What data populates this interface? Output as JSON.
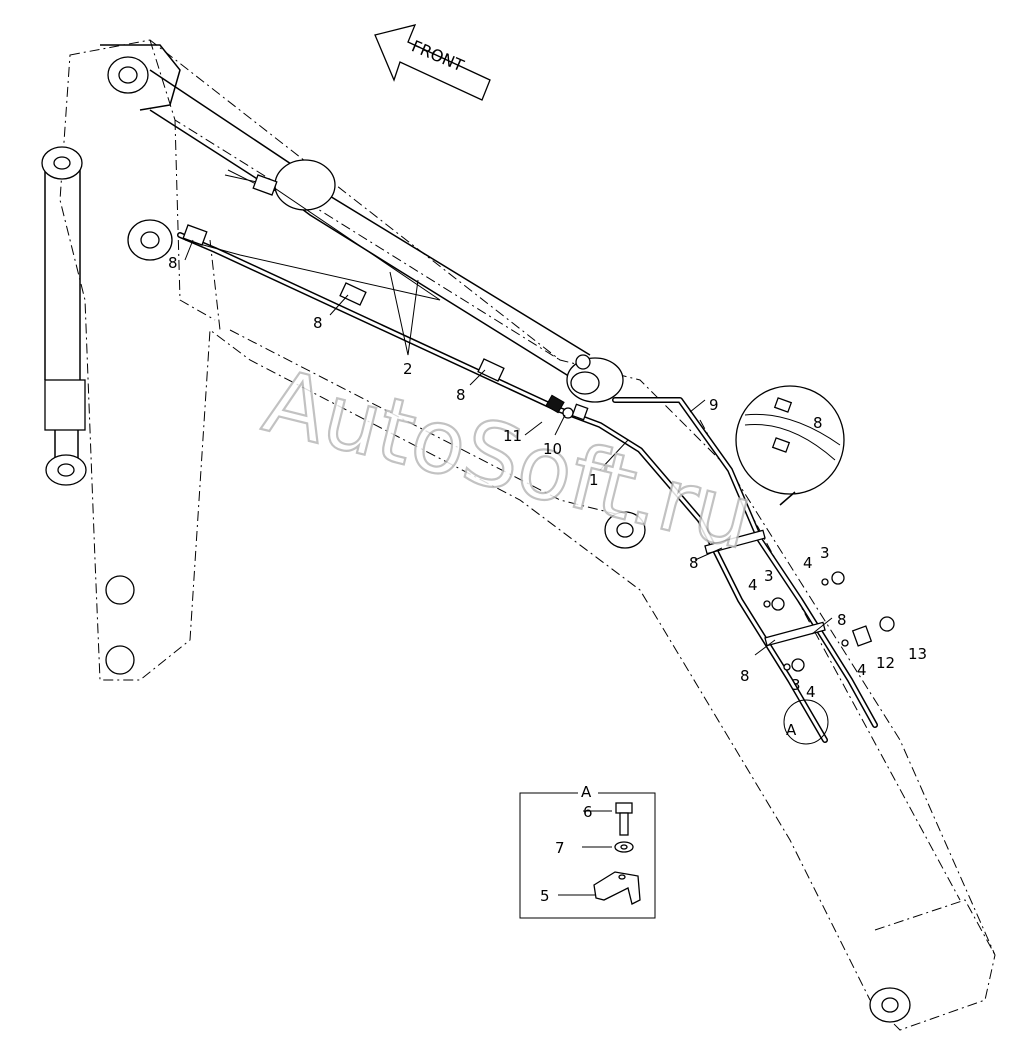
{
  "watermark": "AutoSoft.ru",
  "front_arrow": "FRONT",
  "detail_title": "A",
  "detail_callout": "A",
  "labels": {
    "l1": "1",
    "l2": "2",
    "l3a": "3",
    "l3b": "3",
    "l3c": "3",
    "l4a": "4",
    "l4b": "4",
    "l4c": "4",
    "l4d": "4",
    "l5": "5",
    "l6": "6",
    "l7": "7",
    "l8a": "8",
    "l8b": "8",
    "l8c": "8",
    "l8d": "8",
    "l8e": "8",
    "l8f": "8",
    "l8g": "8",
    "l9": "9",
    "l10": "10",
    "l11": "11",
    "l12": "12",
    "l13": "13"
  }
}
